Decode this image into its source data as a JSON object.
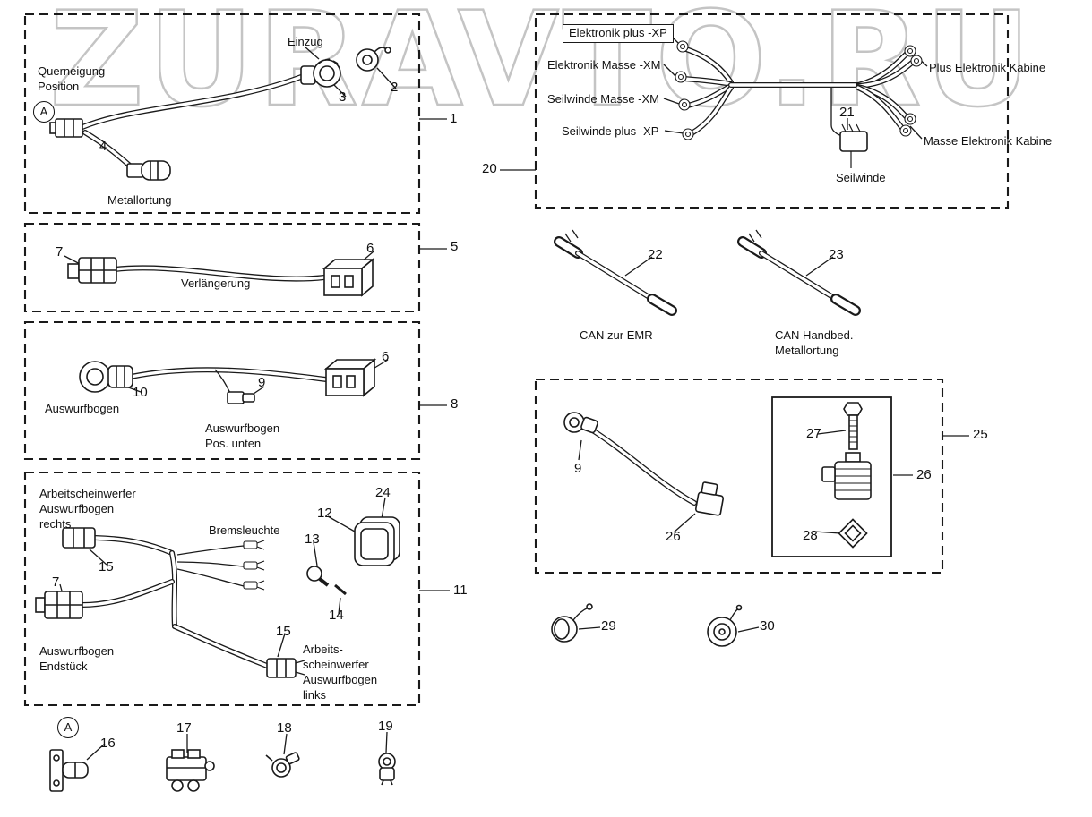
{
  "watermark": "ZURAVTO.RU",
  "texts": {
    "querneigung_position": "Querneigung\nPosition",
    "einzug": "Einzug",
    "metallortung": "Metallortung",
    "ref_a": "A",
    "verlaengerung": "Verlängerung",
    "auswurfbogen": "Auswurfbogen",
    "auswurfbogen_pos_unten": "Auswurfbogen\nPos. unten",
    "arbeitscheinwerfer_rechts": "Arbeitscheinwerfer\nAuswurfbogen\nrechts",
    "bremsleuchte": "Bremsleuchte",
    "auswurfbogen_endstueck": "Auswurfbogen\nEndstück",
    "arbeitsscheinwerfer_links": "Arbeits-\nscheinwerfer\nAuswurfbogen\nlinks",
    "elektronik_plus_xp": "Elektronik plus -XP",
    "elektronik_masse_xm": "Elektronik Masse -XM",
    "seilwinde_masse_xm": "Seilwinde Masse -XM",
    "seilwinde_plus_xp": "Seilwinde plus -XP",
    "plus_elektronik_kabine": "Plus Elektronik Kabine",
    "masse_elektronik_kabine": "Masse Elektronik Kabine",
    "seilwinde": "Seilwinde",
    "can_zur_emr": "CAN zur EMR",
    "can_handbed_metallortung": "CAN Handbed.-\nMetallortung"
  },
  "callouts": {
    "1": "1",
    "2": "2",
    "3": "3",
    "4": "4",
    "5": "5",
    "6": "6",
    "7": "7",
    "8": "8",
    "9": "9",
    "10": "10",
    "11": "11",
    "12": "12",
    "13": "13",
    "14": "14",
    "15": "15",
    "16": "16",
    "17": "17",
    "18": "18",
    "19": "19",
    "20": "20",
    "21": "21",
    "22": "22",
    "23": "23",
    "24": "24",
    "25": "25",
    "26": "26",
    "27": "27",
    "28": "28",
    "29": "29",
    "30": "30"
  },
  "colors": {
    "line": "#1a1a1a",
    "watermark_stroke": "#c4c4c4",
    "background": "#ffffff"
  }
}
